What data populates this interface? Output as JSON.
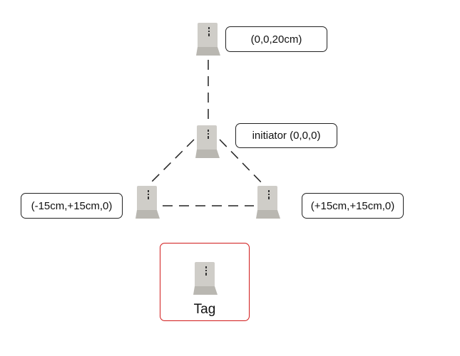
{
  "diagram": {
    "anchors": [
      {
        "id": "top",
        "label": "(0,0,20cm)"
      },
      {
        "id": "initiator",
        "label": "initiator (0,0,0)"
      },
      {
        "id": "left",
        "label": "(-15cm,+15cm,0)"
      },
      {
        "id": "right",
        "label": "(+15cm,+15cm,0)"
      }
    ],
    "tag": {
      "label": "Tag",
      "border_color": "#d11a1a"
    },
    "device_color": "#c9c8c3"
  }
}
